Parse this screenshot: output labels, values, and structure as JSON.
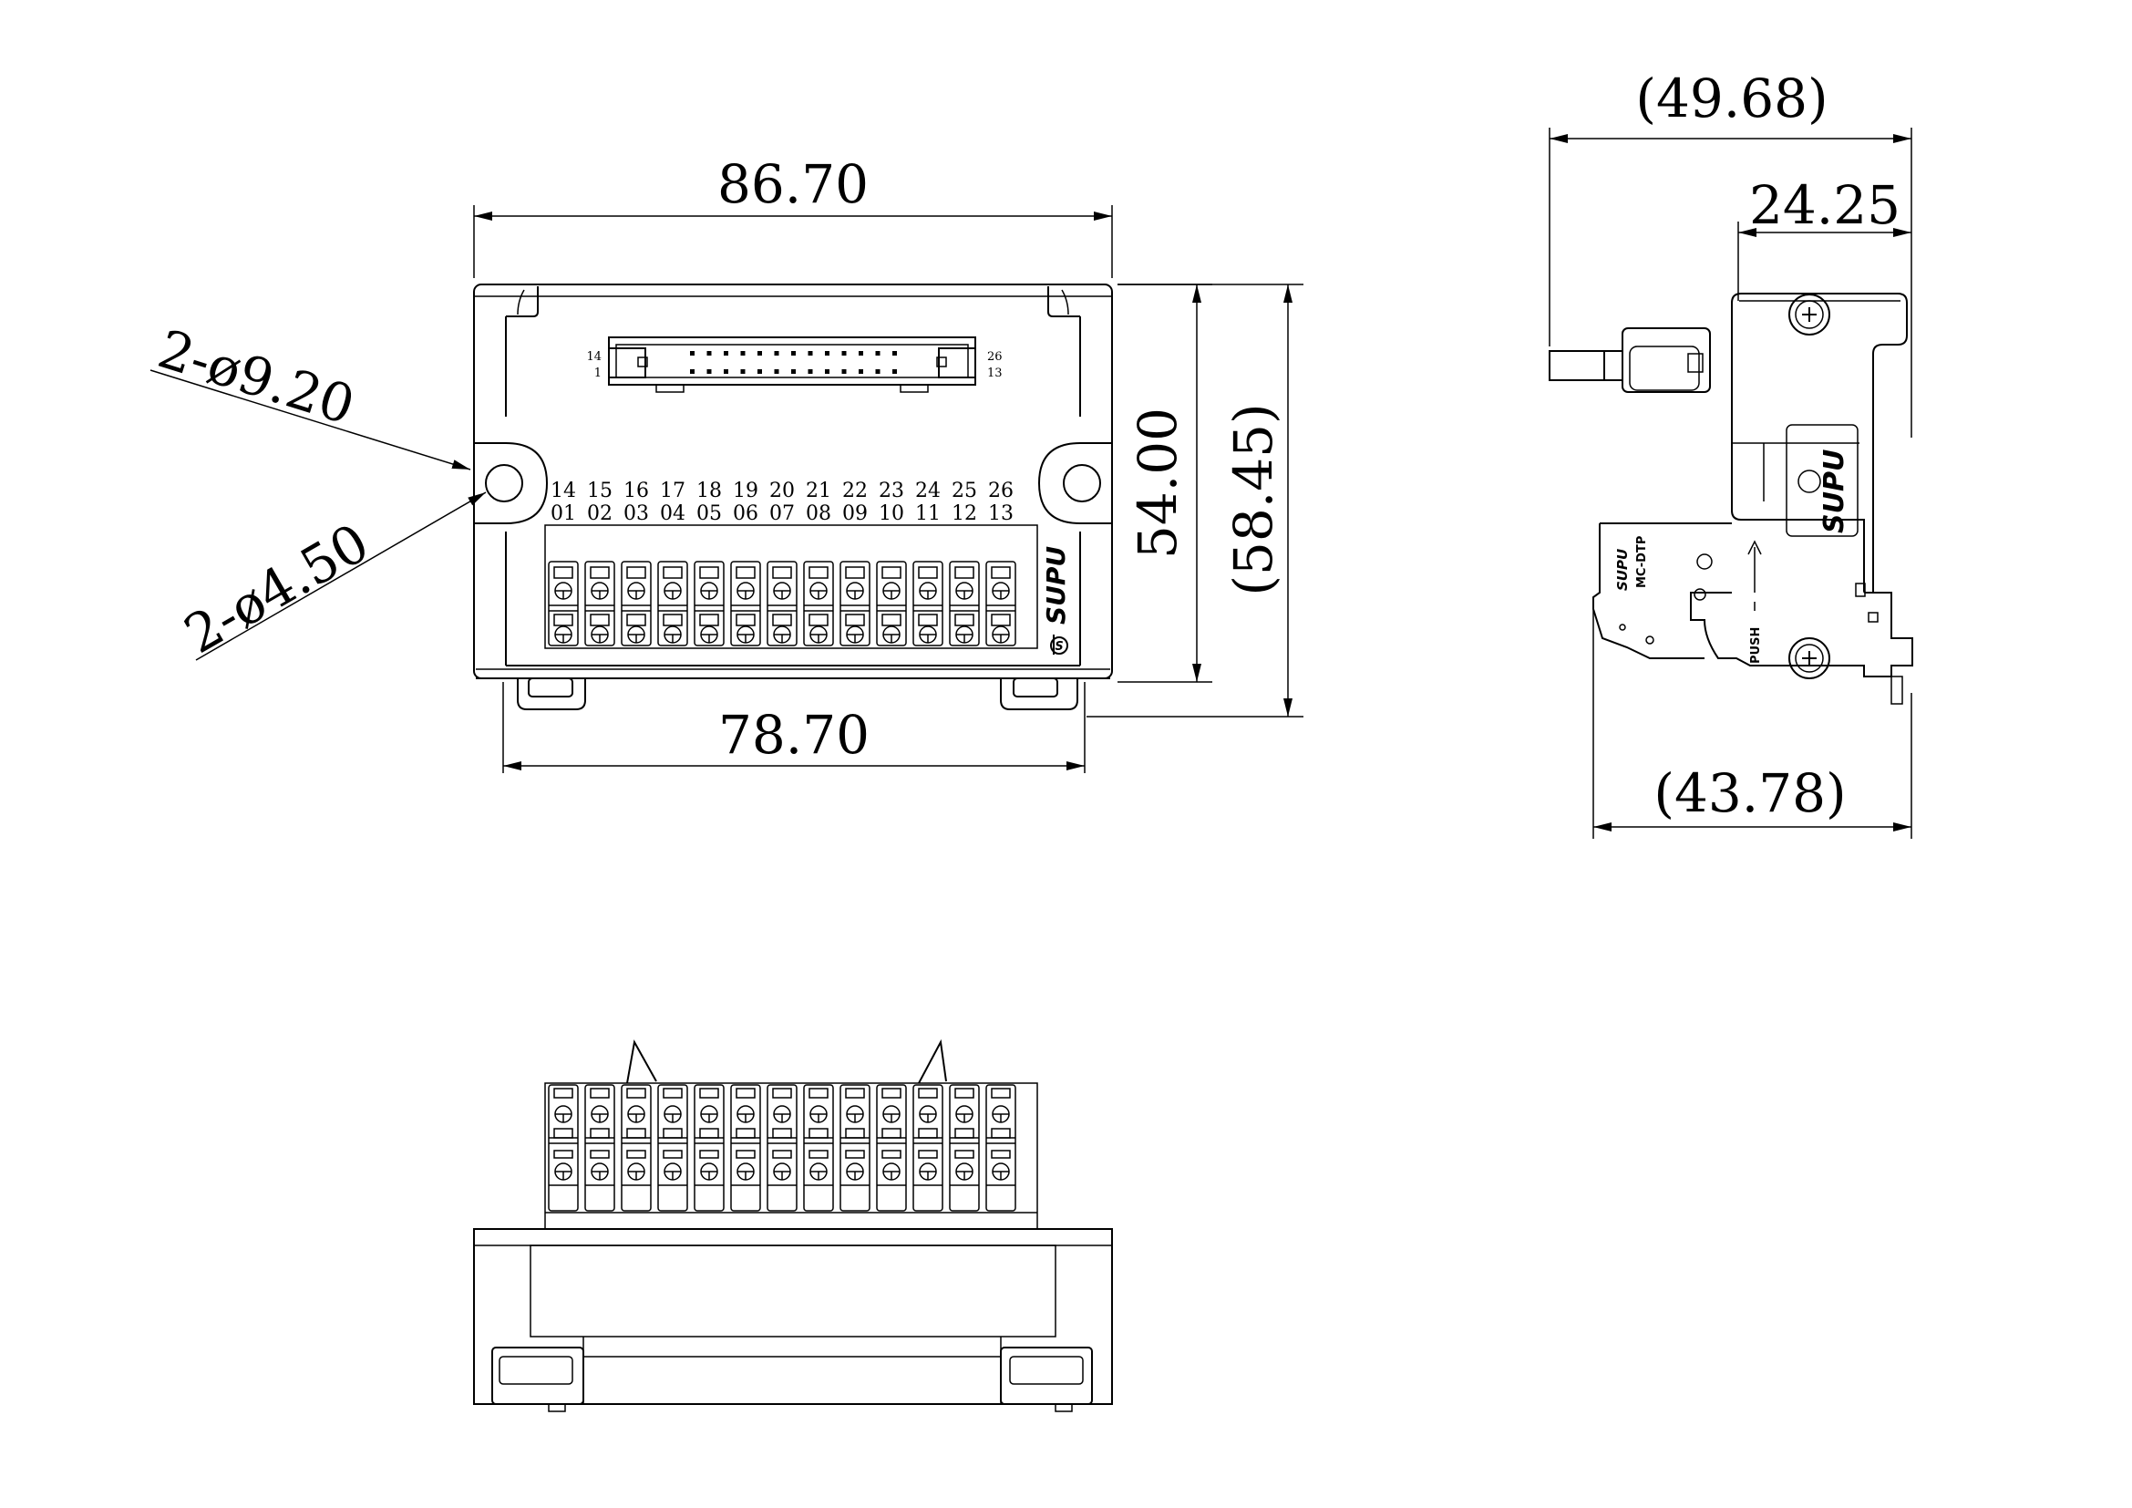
{
  "top_view": {
    "dim_width": "86.70",
    "dim_mount": "78.70",
    "dim_height": "54.00",
    "dim_height_total": "(58.45)",
    "dim_hole_outer": "2-ø9.20",
    "dim_hole_inner": "2-ø4.50",
    "conn_left_top": "14",
    "conn_left_bottom": "1",
    "conn_right_top": "26",
    "conn_right_bottom": "13",
    "pins_top": [
      "14",
      "15",
      "16",
      "17",
      "18",
      "19",
      "20",
      "21",
      "22",
      "23",
      "24",
      "25",
      "26"
    ],
    "pins_bottom": [
      "01",
      "02",
      "03",
      "04",
      "05",
      "06",
      "07",
      "08",
      "09",
      "10",
      "11",
      "12",
      "13"
    ],
    "brand": "SUPU"
  },
  "side_view": {
    "dim_overall": "(49.68)",
    "dim_body": "24.25",
    "dim_base": "(43.78)",
    "brand": "SUPU",
    "model": "MC-DTP",
    "push_label": "PUSH"
  },
  "colors": {
    "line": "#000000",
    "background": "#ffffff"
  }
}
